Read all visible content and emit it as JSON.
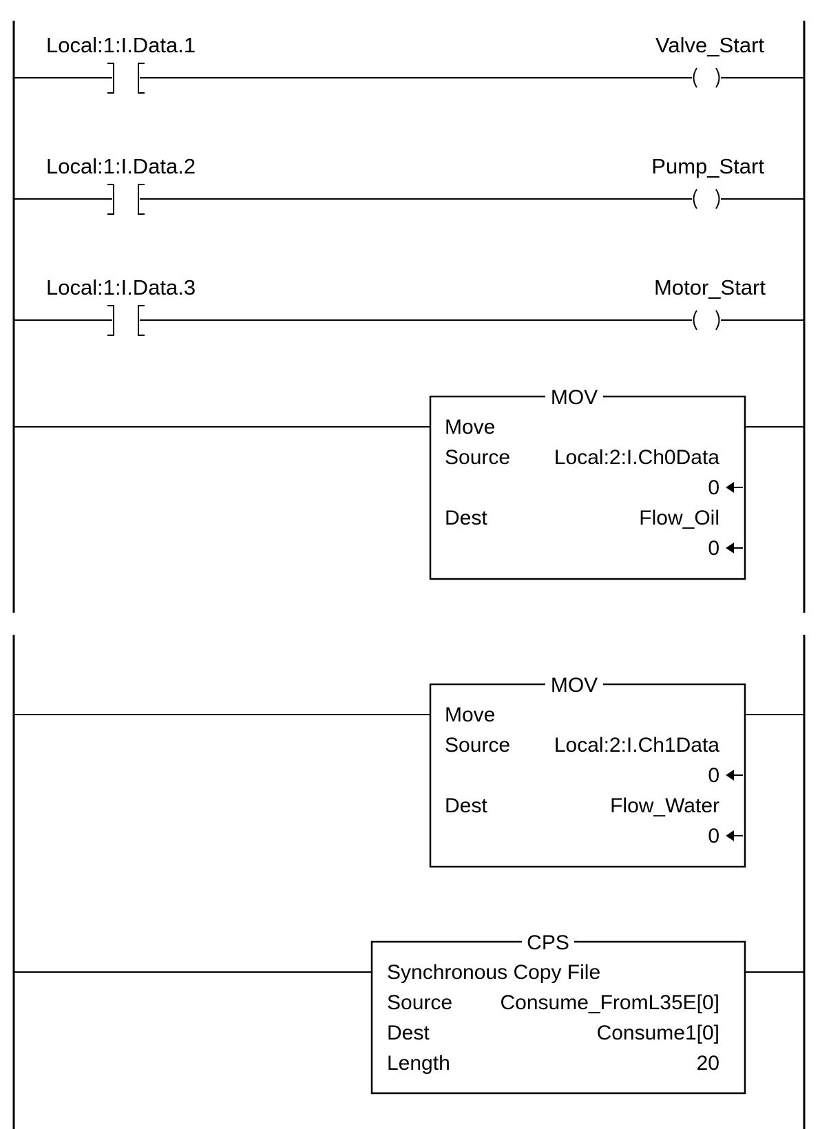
{
  "panel1": {
    "rungs": [
      {
        "contact_tag": "Local:1:I.Data.1",
        "coil_tag": "Valve_Start"
      },
      {
        "contact_tag": "Local:1:I.Data.2",
        "coil_tag": "Pump_Start"
      },
      {
        "contact_tag": "Local:1:I.Data.3",
        "coil_tag": "Motor_Start"
      }
    ],
    "mov": {
      "title": "MOV",
      "name": "Move",
      "source_label": "Source",
      "source_tag": "Local:2:I.Ch0Data",
      "source_value": "0",
      "dest_label": "Dest",
      "dest_tag": "Flow_Oil",
      "dest_value": "0"
    }
  },
  "panel2": {
    "mov": {
      "title": "MOV",
      "name": "Move",
      "source_label": "Source",
      "source_tag": "Local:2:I.Ch1Data",
      "source_value": "0",
      "dest_label": "Dest",
      "dest_tag": "Flow_Water",
      "dest_value": "0"
    },
    "cps": {
      "title": "CPS",
      "name": "Synchronous Copy File",
      "source_label": "Source",
      "source_tag": "Consume_FromL35E[0]",
      "dest_label": "Dest",
      "dest_tag": "Consume1[0]",
      "length_label": "Length",
      "length_value": "20"
    }
  },
  "icons": {
    "contact": "no-contact-icon",
    "coil": "output-coil-icon",
    "value_arrow": "arrow-left-icon"
  }
}
